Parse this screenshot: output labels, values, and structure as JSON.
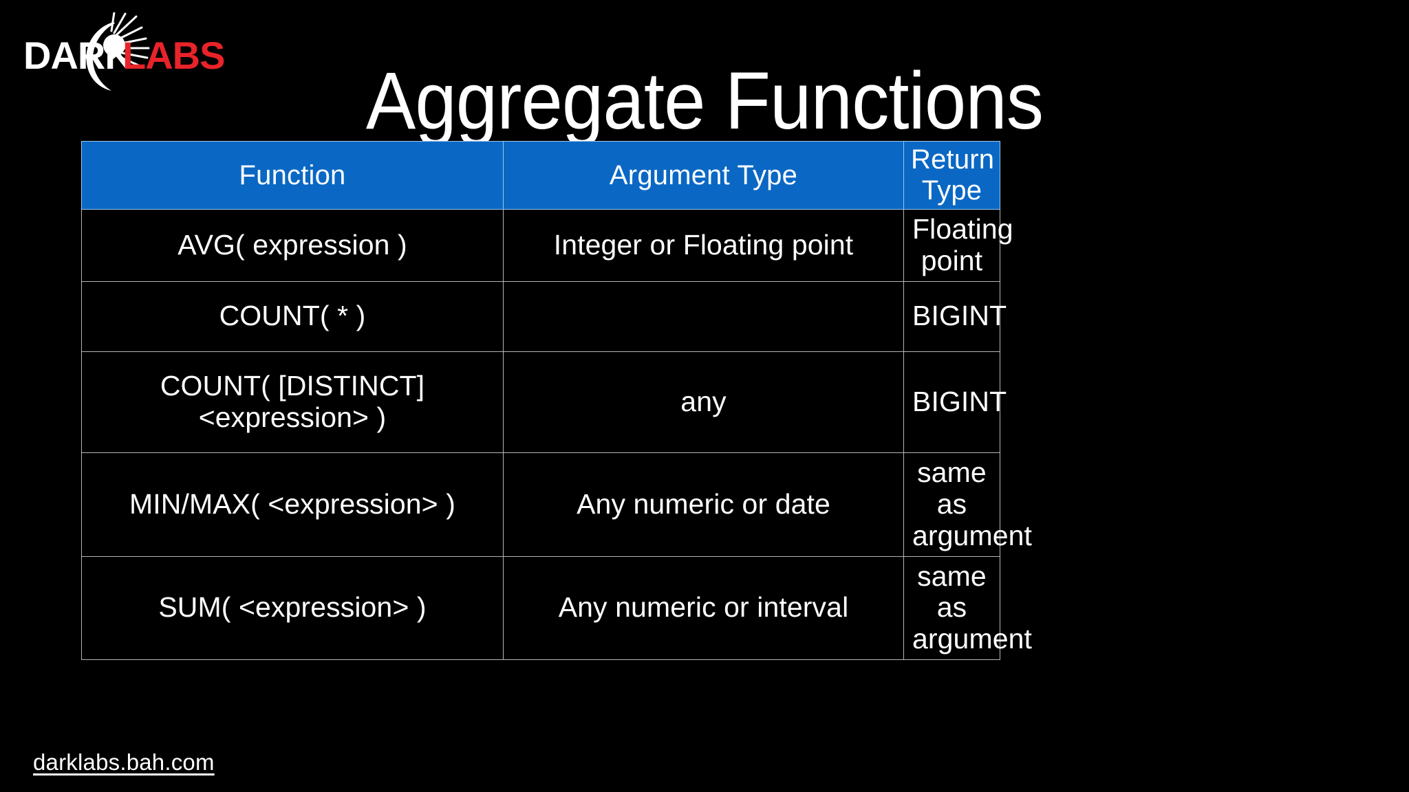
{
  "brand": {
    "logo_text_dark": "DARK",
    "logo_text_labs": "LABS",
    "logo_white": "#ffffff",
    "logo_red": "#E8232A"
  },
  "title": "Aggregate Functions",
  "theme": {
    "background": "#000000",
    "header_blue": "#0A68C4",
    "border_grey": "#b6b6b6",
    "text_white": "#ffffff"
  },
  "table": {
    "columns": [
      "Function",
      "Argument Type",
      "Return Type"
    ],
    "rows": [
      {
        "function": "AVG( expression )",
        "function_line2": "",
        "argument_type": "Integer or Floating point",
        "return_type": "Floating point"
      },
      {
        "function": "COUNT(  * )",
        "function_line2": "",
        "argument_type": "",
        "return_type": "BIGINT"
      },
      {
        "function": "COUNT( [DISTINCT]",
        "function_line2": "<expression> )",
        "argument_type": "any",
        "return_type": "BIGINT"
      },
      {
        "function": "MIN/MAX( <expression> )",
        "function_line2": "",
        "argument_type": "Any numeric or date",
        "return_type": "same as argument"
      },
      {
        "function": "SUM( <expression> )",
        "function_line2": "",
        "argument_type": "Any numeric or interval",
        "return_type": "same as argument"
      }
    ]
  },
  "footer": {
    "link_text": "darklabs.bah.com"
  }
}
